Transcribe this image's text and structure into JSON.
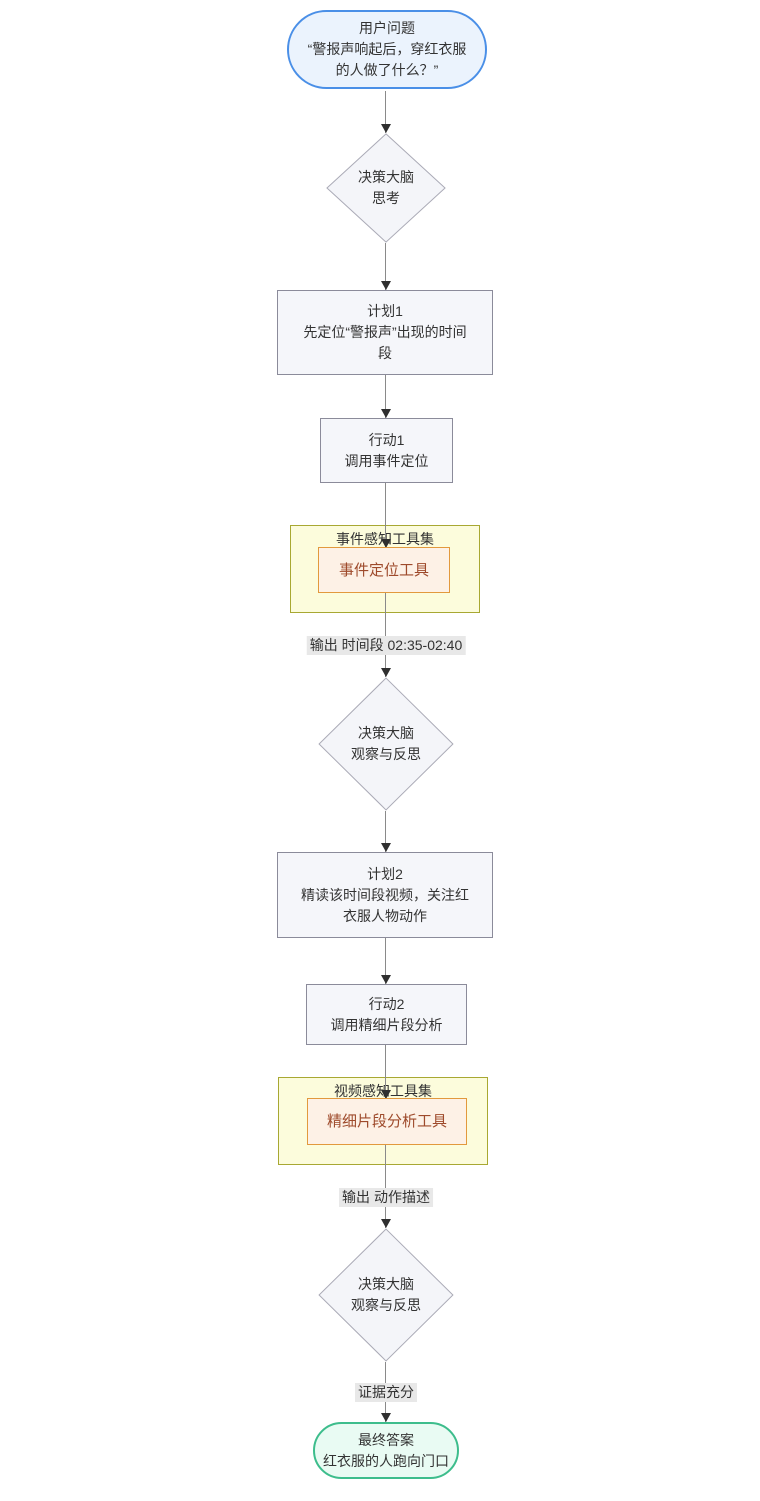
{
  "diagram": {
    "type": "flowchart-top-down",
    "nodes": {
      "user_question": "用户问题\n“警报声响起后，穿红衣服\n的人做了什么？”",
      "think": "决策大脑\n思考",
      "plan1": "计划1\n先定位“警报声”出现的时间\n段",
      "act1": "行动1\n调用事件定位",
      "toolset1_title": "事件感知工具集",
      "tool1": "事件定位工具",
      "reflect1": "决策大脑\n观察与反思",
      "plan2": "计划2\n精读该时间段视频，关注红\n衣服人物动作",
      "act2": "行动2\n调用精细片段分析",
      "toolset2_title": "视频感知工具集",
      "tool2": "精细片段分析工具",
      "reflect2": "决策大脑\n观察与反思",
      "final_answer": "最终答案\n红衣服的人跑向门口"
    },
    "edge_labels": {
      "output1": "输出 时间段 02:35-02:40",
      "output2": "输出 动作描述",
      "evidence": "证据充分"
    },
    "colors": {
      "question_fill": "#ebf3fd",
      "question_border": "#4a8fe7",
      "node_fill": "#f5f6fa",
      "node_border": "#8b8b9a",
      "diamond_fill": "#f4f5f9",
      "diamond_border": "#aaaab6",
      "toolset_fill": "#fcfcdc",
      "toolset_border": "#a8a832",
      "tool_fill": "#fdf1e6",
      "tool_border": "#e2993d",
      "tool_text": "#9e4a2b",
      "answer_fill": "#e9fbf3",
      "answer_border": "#3dbd8c",
      "edge_line": "#8a8a8a",
      "edge_label_bg": "#e8e8e8",
      "text": "#333333"
    }
  }
}
